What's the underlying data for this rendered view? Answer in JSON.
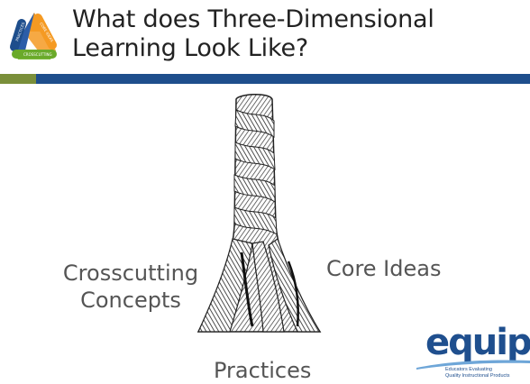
{
  "header": {
    "title_line1": "What does Three-Dimensional",
    "title_line2": "Learning Look Like?",
    "logo_segments": [
      "PRACTICES",
      "CORE IDEAS",
      "CROSSCUTTING"
    ]
  },
  "figure": {
    "icon": "rope-illustration",
    "label_crosscutting_line1": "Crosscutting",
    "label_crosscutting_line2": "Concepts",
    "label_core": "Core Ideas",
    "label_practices": "Practices"
  },
  "brand": {
    "name": "equip",
    "tagline_line1": "Educators Evaluating",
    "tagline_line2": "Quality Instructional Products"
  },
  "colors": {
    "bar_green": "#7a8f3a",
    "bar_blue": "#1e4e8c",
    "logo_blue": "#1f4f8e",
    "label_gray": "#555555"
  }
}
